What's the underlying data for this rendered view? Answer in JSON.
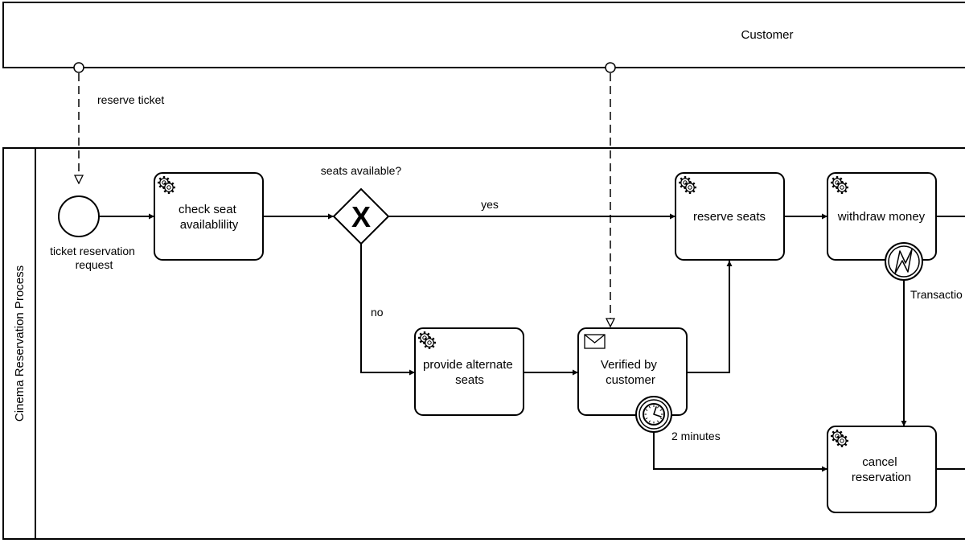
{
  "pools": {
    "customer": {
      "label": "Customer"
    },
    "process": {
      "label": "Cinema Reservation Process"
    }
  },
  "events": {
    "start": {
      "label_lines": [
        "ticket reservation",
        "request"
      ]
    },
    "timer": {
      "label": "2 minutes",
      "icon": "clock-icon"
    },
    "error": {
      "label": "Transactio",
      "icon": "lightning-icon"
    }
  },
  "gateway": {
    "label": "seats available?",
    "marker": "X"
  },
  "tasks": {
    "check": {
      "lines": [
        "check seat",
        "availablility"
      ],
      "icon": "gear-icon"
    },
    "alternate": {
      "lines": [
        "provide alternate",
        "seats"
      ],
      "icon": "gear-icon"
    },
    "verified": {
      "lines": [
        "Verified by",
        "customer"
      ],
      "icon": "envelope-icon"
    },
    "reserve": {
      "lines": [
        "reserve seats"
      ],
      "icon": "gear-icon"
    },
    "withdraw": {
      "lines": [
        "withdraw money"
      ],
      "icon": "gear-icon"
    },
    "cancel": {
      "lines": [
        "cancel",
        "reservation"
      ],
      "icon": "gear-icon"
    }
  },
  "flows": {
    "yes": "yes",
    "no": "no"
  },
  "messages": {
    "reserve_ticket": "reserve ticket"
  }
}
